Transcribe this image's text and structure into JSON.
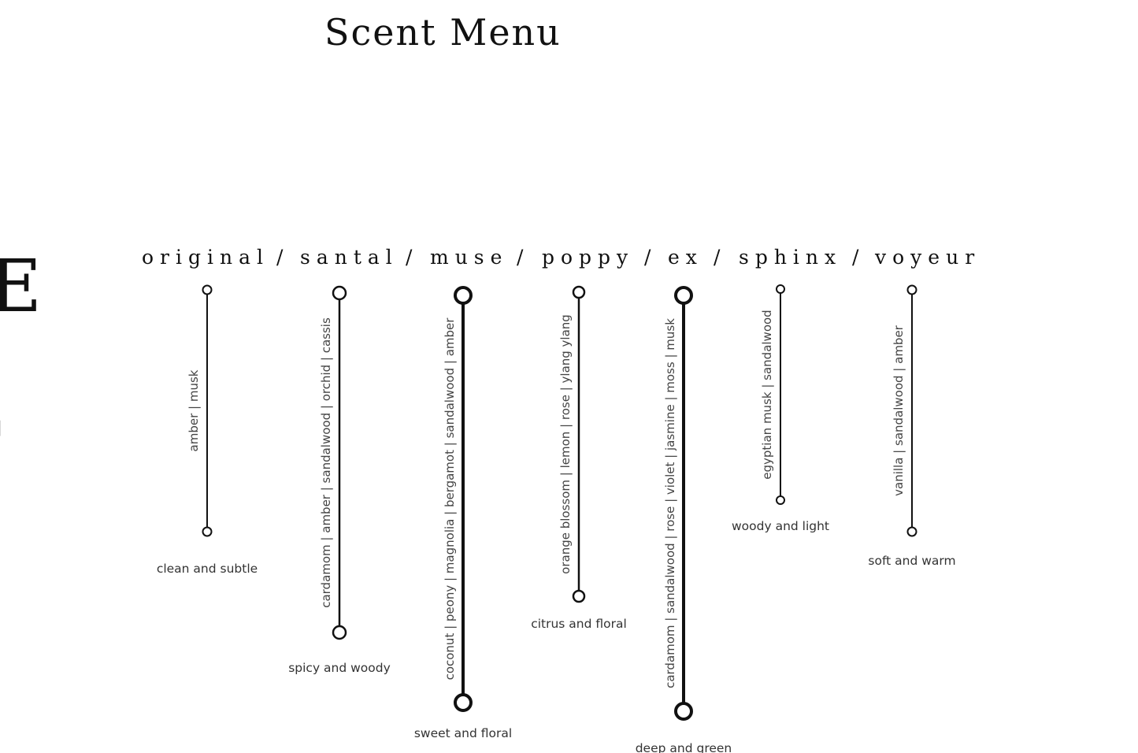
{
  "title": "Scent Menu",
  "edge_glyph": "E",
  "edge_mark": "|",
  "separator": "/",
  "scents": [
    {
      "name": "original",
      "notes": "amber | musk",
      "description": "clean and subtle"
    },
    {
      "name": "santal",
      "notes": "cardamom | amber | sandalwood | orchid | cassis",
      "description": "spicy and woody"
    },
    {
      "name": "muse",
      "notes": "coconut | peony | magnolia | bergamot | sandalwood | amber",
      "description": "sweet and floral"
    },
    {
      "name": "poppy",
      "notes": "orange blossom | lemon | rose | ylang ylang",
      "description": "citrus and floral"
    },
    {
      "name": "ex",
      "notes": "cardamom | sandalwood | rose | violet | jasmine | moss | musk",
      "description": "deep and green"
    },
    {
      "name": "sphinx",
      "notes": "egyptian musk | sandalwood",
      "description": "woody and light"
    },
    {
      "name": "voyeur",
      "notes": "vanilla | sandalwood | amber",
      "description": "soft and warm"
    }
  ]
}
